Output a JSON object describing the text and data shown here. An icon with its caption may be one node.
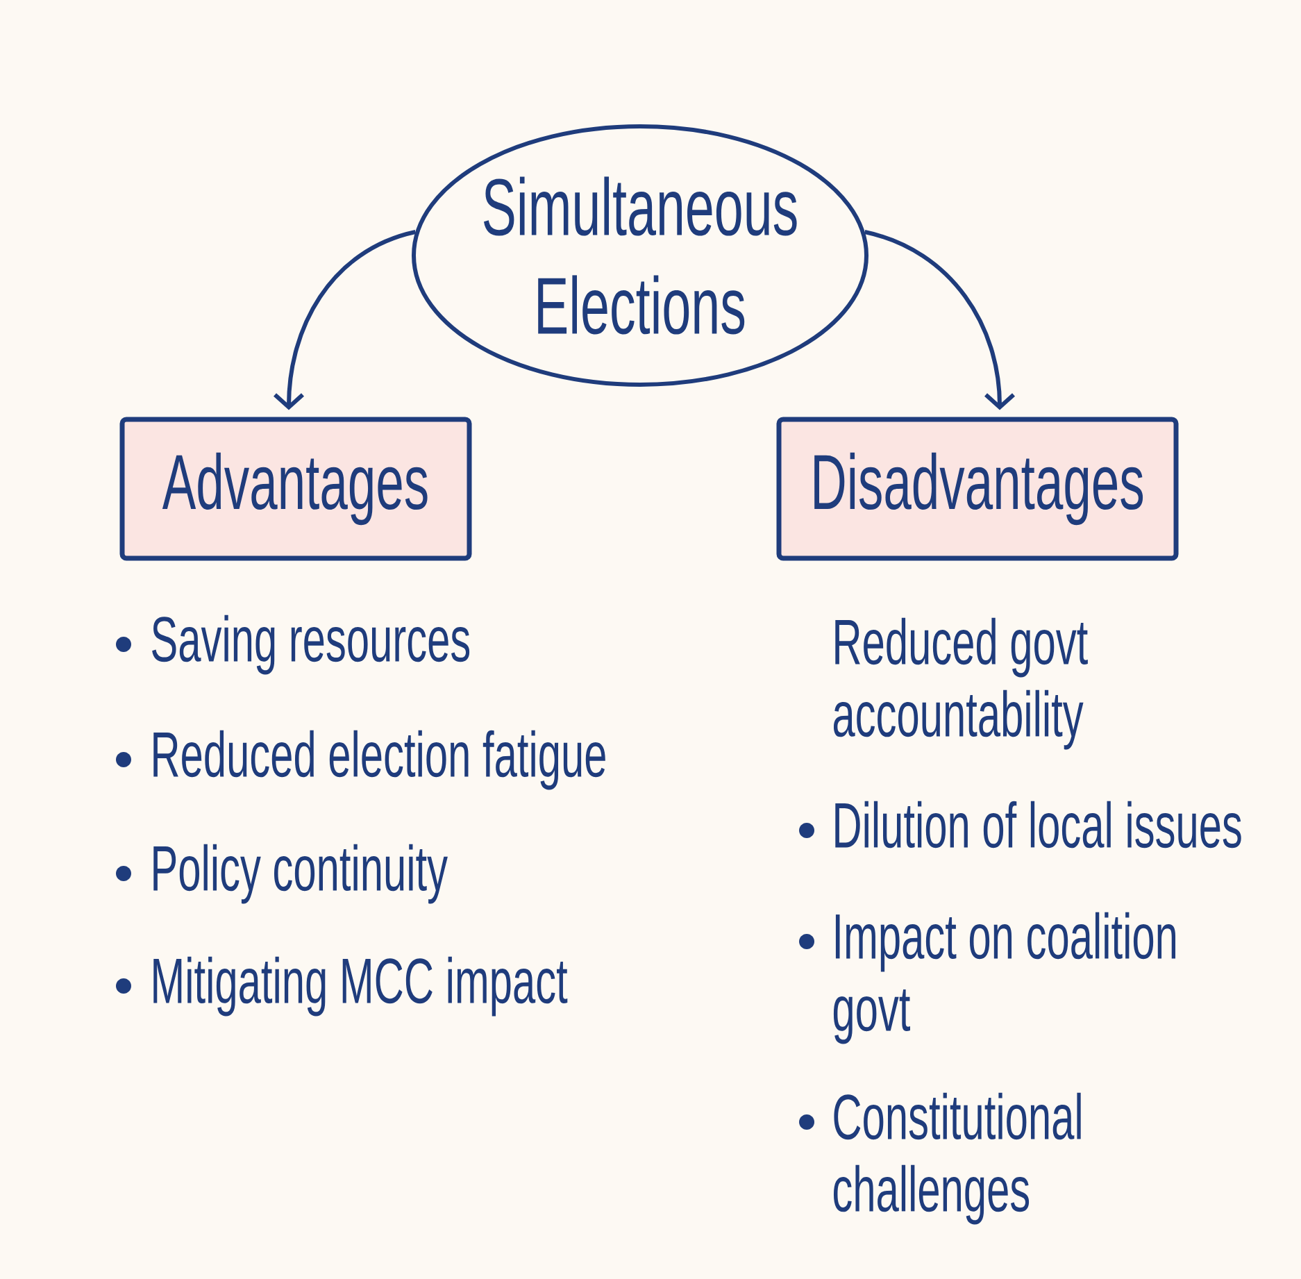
{
  "diagram": {
    "nodes": [
      {
        "text": [
          "Simultaneous Elections"
        ]
      },
      {
        "text": [
          "Advantages"
        ]
      },
      {
        "text": [
          "Disadvantages"
        ]
      }
    ],
    "edges": [
      {
        "from": 0,
        "to": 1,
        "arrow": "to"
      },
      {
        "from": 0,
        "to": 2,
        "arrow": "to"
      }
    ],
    "labels": [
      "Saving resources",
      "Reduced election fatigue",
      "Policy continuity",
      "Mitigating MCC impact",
      "Reduced govt accountability",
      "Dilution of local issues",
      "Impact on coalition govt",
      "Constitutional challenges"
    ]
  }
}
